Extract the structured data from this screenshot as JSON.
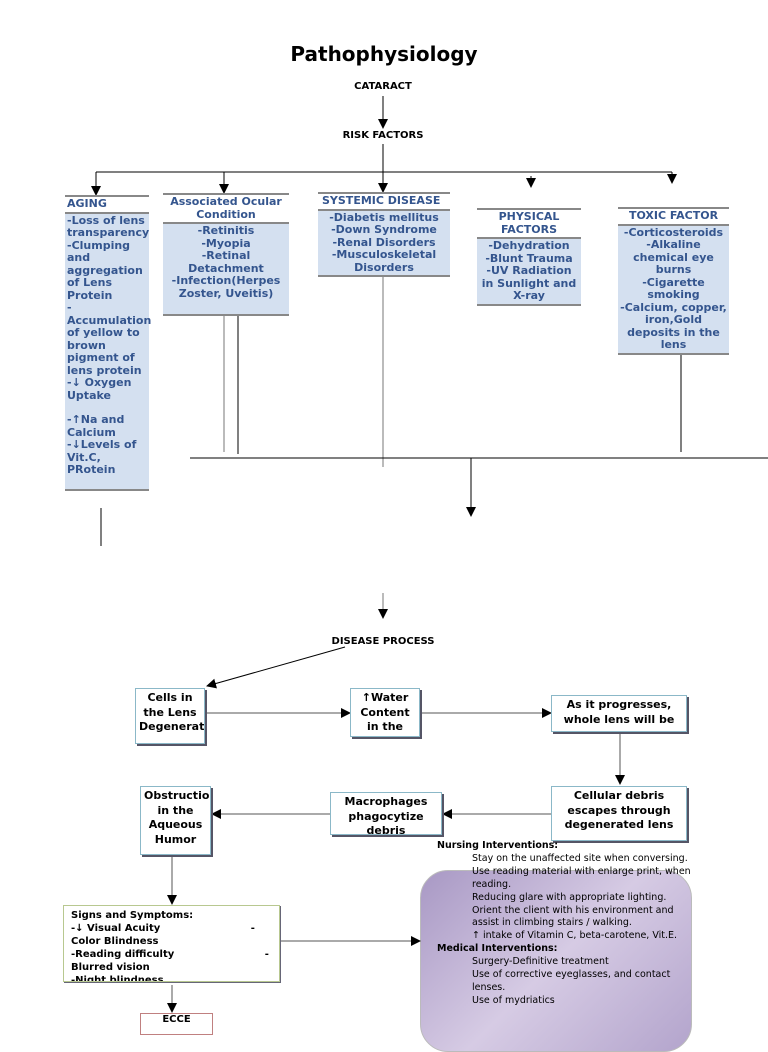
{
  "title": "Pathophysiology",
  "cataract": "CATARACT",
  "risk_factors": "RISK FACTORS",
  "disease_process": "DISEASE PROCESS",
  "factors": [
    {
      "header": "AGING",
      "items": [
        "-Loss of lens transparency",
        "-Clumping and aggregation of Lens Protein",
        "-Accumulation of yellow to brown pigment of lens protein",
        "-↓ Oxygen Uptake",
        "",
        "-↑Na and Calcium",
        "-↓Levels of Vit.C, PRotein"
      ]
    },
    {
      "header": "Associated Ocular Condition",
      "items": [
        "-Retinitis",
        "-Myopia",
        "-Retinal Detachment",
        "-Infection(Herpes Zoster, Uveitis)"
      ]
    },
    {
      "header": "SYSTEMIC DISEASE",
      "items": [
        "-Diabetis mellitus",
        "-Down Syndrome",
        "-Renal Disorders",
        "-Musculoskeletal Disorders"
      ]
    },
    {
      "header": "PHYSICAL FACTORS",
      "items": [
        "-Dehydration",
        "-Blunt Trauma",
        "-UV Radiation in Sunlight and X-ray"
      ]
    },
    {
      "header": "TOXIC FACTOR",
      "items": [
        "-Corticosteroids",
        "-Alkaline chemical eye burns",
        "-Cigarette smoking",
        "-Calcium, copper, iron,Gold deposits in the lens"
      ]
    }
  ],
  "process": {
    "cells": "Cells in the Lens Degenerates",
    "water": "↑Water Content in the Lens",
    "progresses": "As it progresses, whole lens will be opaque",
    "debris": "Cellular debris escapes through degenerated lens",
    "macrophages": "Macrophages phagocytize debris",
    "obstruction": "Obstruction in the Aqueous Humor"
  },
  "signs": {
    "title": "Signs and Symptoms:",
    "lines": [
      "-↓ Visual Acuity                          -Color Blindness",
      "-Reading difficulty                          -Blurred vision",
      "-Night blindness"
    ]
  },
  "ecce": "ECCE",
  "nursing": {
    "title": "Nursing Interventions:",
    "items": [
      "Stay on the unaffected site when conversing.",
      "Use reading material with enlarge print, when reading.",
      "Reducing glare with appropriate lighting.",
      "Orient the client with his environment and assist in climbing stairs / walking.",
      "↑ intake of Vitamin C, beta-carotene, Vit.E."
    ]
  },
  "medical": {
    "title": "Medical Interventions:",
    "items": [
      "Surgery-Definitive treatment",
      "Use of corrective eyeglasses, and contact lenses.",
      "Use of mydriatics"
    ]
  }
}
